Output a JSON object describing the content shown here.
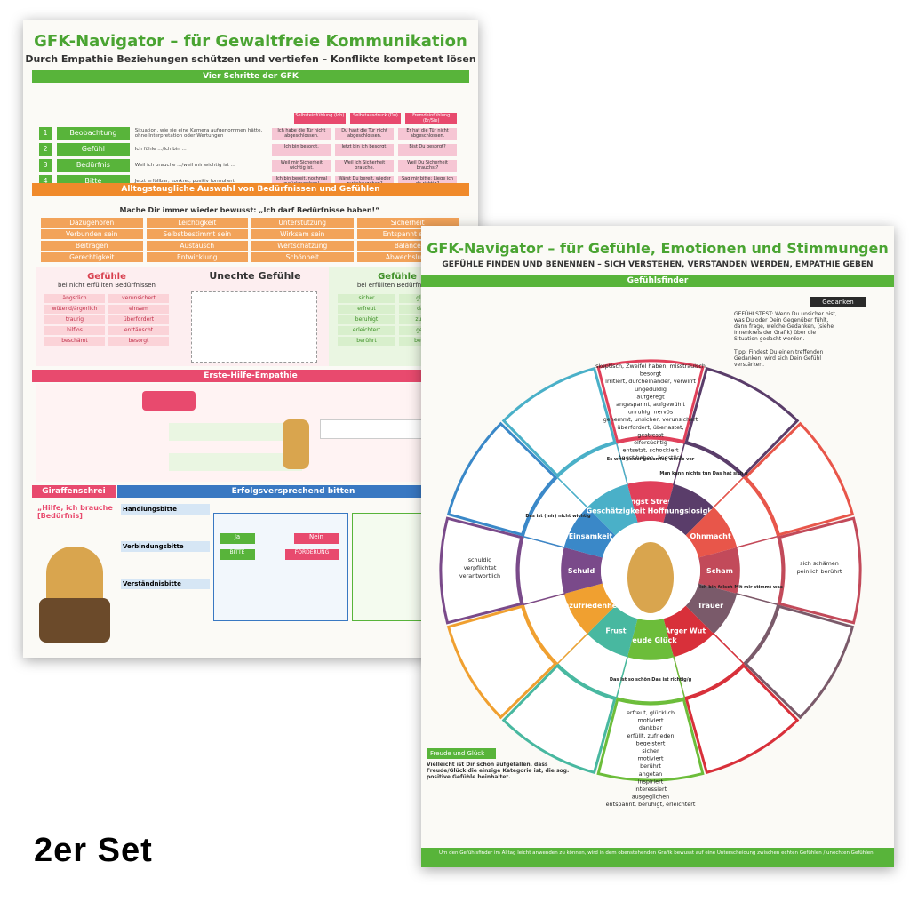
{
  "poster1": {
    "title": "GFK-Navigator – für Gewaltfreie Kommunikation",
    "subtitle": "Durch Empathie Beziehungen schützen und vertiefen – Konflikte kompetent lösen",
    "steps_header": "Vier Schritte der GFK",
    "steps": [
      {
        "n": "1",
        "label": "Beobachtung",
        "desc": "Situation, wie sie eine Kamera aufgenommen hätte, ohne Interpretation oder Wertungen"
      },
      {
        "n": "2",
        "label": "Gefühl",
        "desc": "Ich fühle .../Ich bin ..."
      },
      {
        "n": "3",
        "label": "Bedürfnis",
        "desc": "Weil ich brauche .../weil mir wichtig ist ..."
      },
      {
        "n": "4",
        "label": "Bitte",
        "desc": "Jetzt erfüllbar, konkret, positiv formuliert"
      }
    ],
    "step_columns": [
      "Selbsteinfühlung (Ich)",
      "Selbstausdruck (Du)",
      "Fremdeinfühlung (Er/Sie)"
    ],
    "step_cells": [
      [
        "Ich habe die Tür nicht abgeschlossen.",
        "Du hast die Tür nicht abgeschlossen.",
        "Er hat die Tür nicht abgeschlossen."
      ],
      [
        "Ich bin besorgt.",
        "Jetzt bin ich besorgt.",
        "Bist Du besorgt?"
      ],
      [
        "Weil mir Sicherheit wichtig ist.",
        "Weil ich Sicherheit brauche.",
        "Weil Du Sicherheit brauchst?"
      ],
      [
        "Ich bin bereit, nochmal zurückzugehen!",
        "Wärst Du bereit, wieder zurückzugehen?",
        "Sag mir bitte: Liege ich da richtig?"
      ]
    ],
    "needs_header": "Alltagstaugliche Auswahl von Bedürfnissen und Gefühlen",
    "needs_note": "Mache Dir immer wieder bewusst: „Ich darf Bedürfnisse haben!“",
    "needs": [
      "Dazugehören",
      "Leichtigkeit",
      "Unterstützung",
      "Sicherheit",
      "Verbunden sein",
      "Selbstbestimmt sein",
      "Wirksam sein",
      "Entspannt sein",
      "Beitragen",
      "Austausch",
      "Wertschätzung",
      "Balance",
      "Gerechtigkeit",
      "Entwicklung",
      "Schönheit",
      "Abwechslung"
    ],
    "unechte": "Unechte Gefühle",
    "feel_left_title": "Gefühle",
    "feel_left_sub": "bei nicht erfüllten Bedürfnissen",
    "feel_left": [
      "ängstlich",
      "verunsichert",
      "wütend/ärgerlich",
      "einsam",
      "traurig",
      "überfordert",
      "hilflos",
      "enttäuscht",
      "beschämt",
      "besorgt"
    ],
    "feel_right_title": "Gefühle",
    "feel_right_sub": "bei erfüllten Bedürfnissen",
    "feel_right": [
      "sicher",
      "glücklich",
      "erfreut",
      "dankbar",
      "beruhigt",
      "zufrieden",
      "erleichtert",
      "gelassen",
      "berührt",
      "begeistert"
    ],
    "hilfe_header": "Erste-Hilfe-Empathie",
    "giraffe_header": "Giraffenschrei",
    "bitten_header": "Erfolgsversprechend bitten",
    "giraffe_quote": "„Hilfe, ich brauche [Bedürfnis]",
    "bitte_types": [
      "Handlungsbitte",
      "Verbindungsbitte",
      "Verständnisbitte"
    ],
    "ja": "Ja",
    "nein": "Nein",
    "bitte": "BITTE",
    "forderung": "FORDERUNG"
  },
  "poster2": {
    "title": "GFK-Navigator – für Gefühle, Emotionen und Stimmungen",
    "subtitle": "GEFÜHLE FINDEN UND BENENNEN – SICH VERSTEHEN, VERSTANDEN WERDEN, EMPATHIE GEBEN",
    "finder_header": "Gefühlsfinder",
    "gedanken": "Gedanken",
    "test_text": "GEFÜHLSTEST: Wenn Du unsicher bist, was Du oder Dein Gegenüber fühlt, dann frage, welche Gedanken, (siehe Innenkreis der Grafik) über die Situation gedacht werden.",
    "tipp_text": "Tipp: Findest Du einen treffenden Gedanken, wird sich Dein Gefühl verstärken.",
    "segments": [
      {
        "name": "Angst Stress",
        "color": "#e0405a"
      },
      {
        "name": "Hoffnungslosigkeit",
        "color": "#5a3d6a"
      },
      {
        "name": "Ohnmacht",
        "color": "#e8564a"
      },
      {
        "name": "Scham",
        "color": "#c24a5a"
      },
      {
        "name": "Trauer",
        "color": "#7a5a6a"
      },
      {
        "name": "Ärger Wut",
        "color": "#d8303a"
      },
      {
        "name": "Freude Glück",
        "color": "#6cbd3a"
      },
      {
        "name": "Frust",
        "color": "#48b8a0"
      },
      {
        "name": "Unzufriedenheit",
        "color": "#f0a030"
      },
      {
        "name": "Schuld",
        "color": "#7a4a8a"
      },
      {
        "name": "Einsamkeit",
        "color": "#3a88c8"
      },
      {
        "name": "Geschätzigkeit",
        "color": "#4ab0c8"
      }
    ],
    "thoughts": [
      "Es wird schief gehen Ich werde versagen Das ist gefährlich",
      "Man kann nichts tun Das hat sich nicht...",
      "Ich bin falsch Mit mir stimmt was nicht",
      "Das ist (mir) nicht wichtig",
      "Das ist so schön Das ist richtig/gut Das ist genau was ich brauche"
    ],
    "outer_top": [
      "skeptisch, Zweifel haben, misstrauisch",
      "besorgt",
      "irritiert, durcheinander, verwirrt",
      "ungeduldig",
      "aufgeregt",
      "angespannt, aufgewühlt",
      "unruhig, nervös",
      "gehemmt, unsicher, verunsichert",
      "überfordert, überlastet,",
      "gestresst",
      "eifersüchtig",
      "entsetzt, schockiert",
      "Angst haben, ängstlich"
    ],
    "outer_bottom": [
      "erfreut, glücklich",
      "motiviert",
      "dankbar",
      "erfüllt, zufrieden",
      "begeistert",
      "sicher",
      "motiviert",
      "berührt",
      "angetan",
      "inspiriert",
      "interessiert",
      "ausgeglichen",
      "entspannt, beruhigt, erleichtert"
    ],
    "right_words": [
      "sich schämen",
      "peinlich berührt"
    ],
    "left_words": [
      "schuldig",
      "verpflichtet",
      "verantwortlich"
    ],
    "joy_header": "Freude und Glück",
    "joy_text": "Vielleicht ist Dir schon aufgefallen, dass Freude/Glück die einzige Kategorie ist, die sog. positive Gefühle beinhaltet.",
    "footer": "Um den Gefühlsfinder im Alltag leicht anwenden zu können, wird in dem obenstehenden Grafik bewusst auf eine Unterscheidung zwischen echten Gefühlen / unechten Gefühlen"
  },
  "set_label": "2er Set"
}
